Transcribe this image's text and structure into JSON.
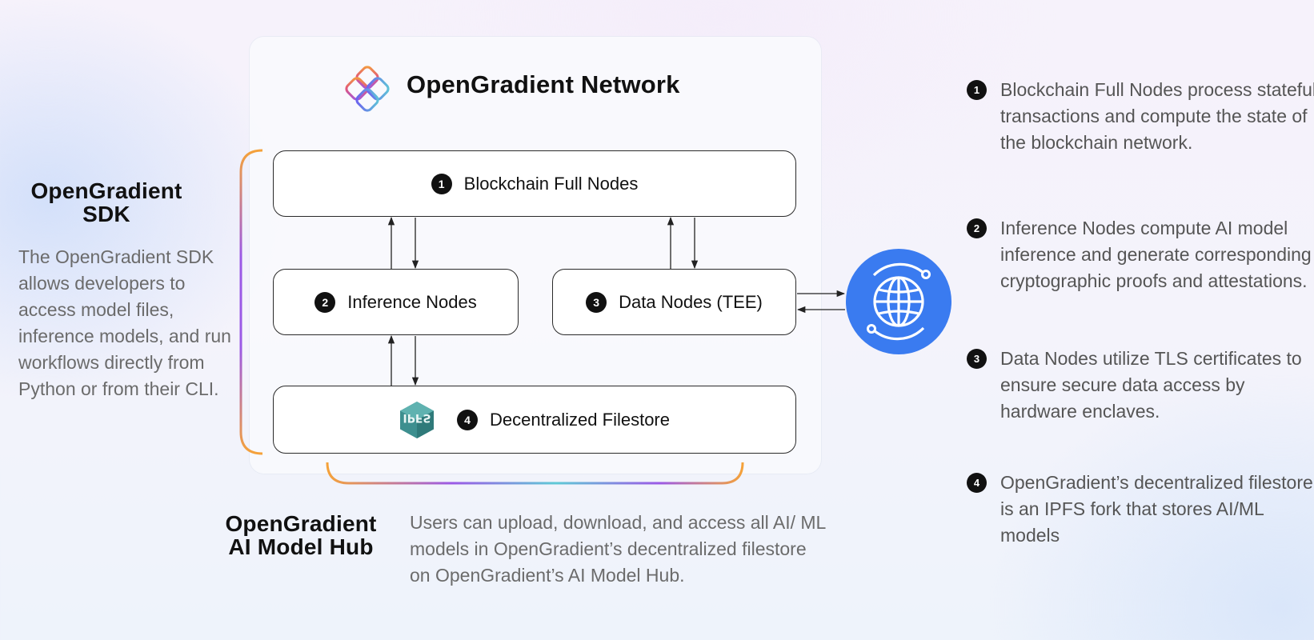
{
  "network": {
    "title": "OpenGradient Network",
    "logo_icon": "opengradient-knot-logo",
    "nodes": [
      {
        "number": "1",
        "label": "Blockchain Full Nodes"
      },
      {
        "number": "2",
        "label": "Inference Nodes"
      },
      {
        "number": "3",
        "label": "Data Nodes (TEE)"
      },
      {
        "number": "4",
        "label": "Decentralized Filestore",
        "icon": "ipfs-cube-icon"
      }
    ],
    "external_icon": "globe-icon"
  },
  "sdk": {
    "heading": "OpenGradient SDK",
    "description": "The OpenGradient SDK allows developers to access model files, inference models, and run workflows directly from Python or from their CLI."
  },
  "hub": {
    "heading": "OpenGradient AI Model Hub",
    "description": "Users can upload, download, and access all AI/ ML models in OpenGradient’s decentralized filestore on OpenGradient’s AI Model Hub."
  },
  "notes": [
    {
      "number": "1",
      "text": "Blockchain Full Nodes process stateful transactions and compute the state of the blockchain network."
    },
    {
      "number": "2",
      "text": "Inference Nodes compute AI model inference and generate corresponding cryptographic proofs and attestations."
    },
    {
      "number": "3",
      "text": "Data Nodes utilize TLS certificates to ensure secure data access by hardware enclaves."
    },
    {
      "number": "4",
      "text": "OpenGradient’s decentralized filestore is an IPFS fork that stores AI/ML models"
    }
  ],
  "colors": {
    "globe": "#3a7bf0",
    "bracket_start": "#f5a23a",
    "bracket_mid": "#9b59e6",
    "bracket_end": "#5ec9d6",
    "ipfs": "#3d8f8f",
    "text_dark": "#111111",
    "text_muted": "#6b6b6b"
  }
}
